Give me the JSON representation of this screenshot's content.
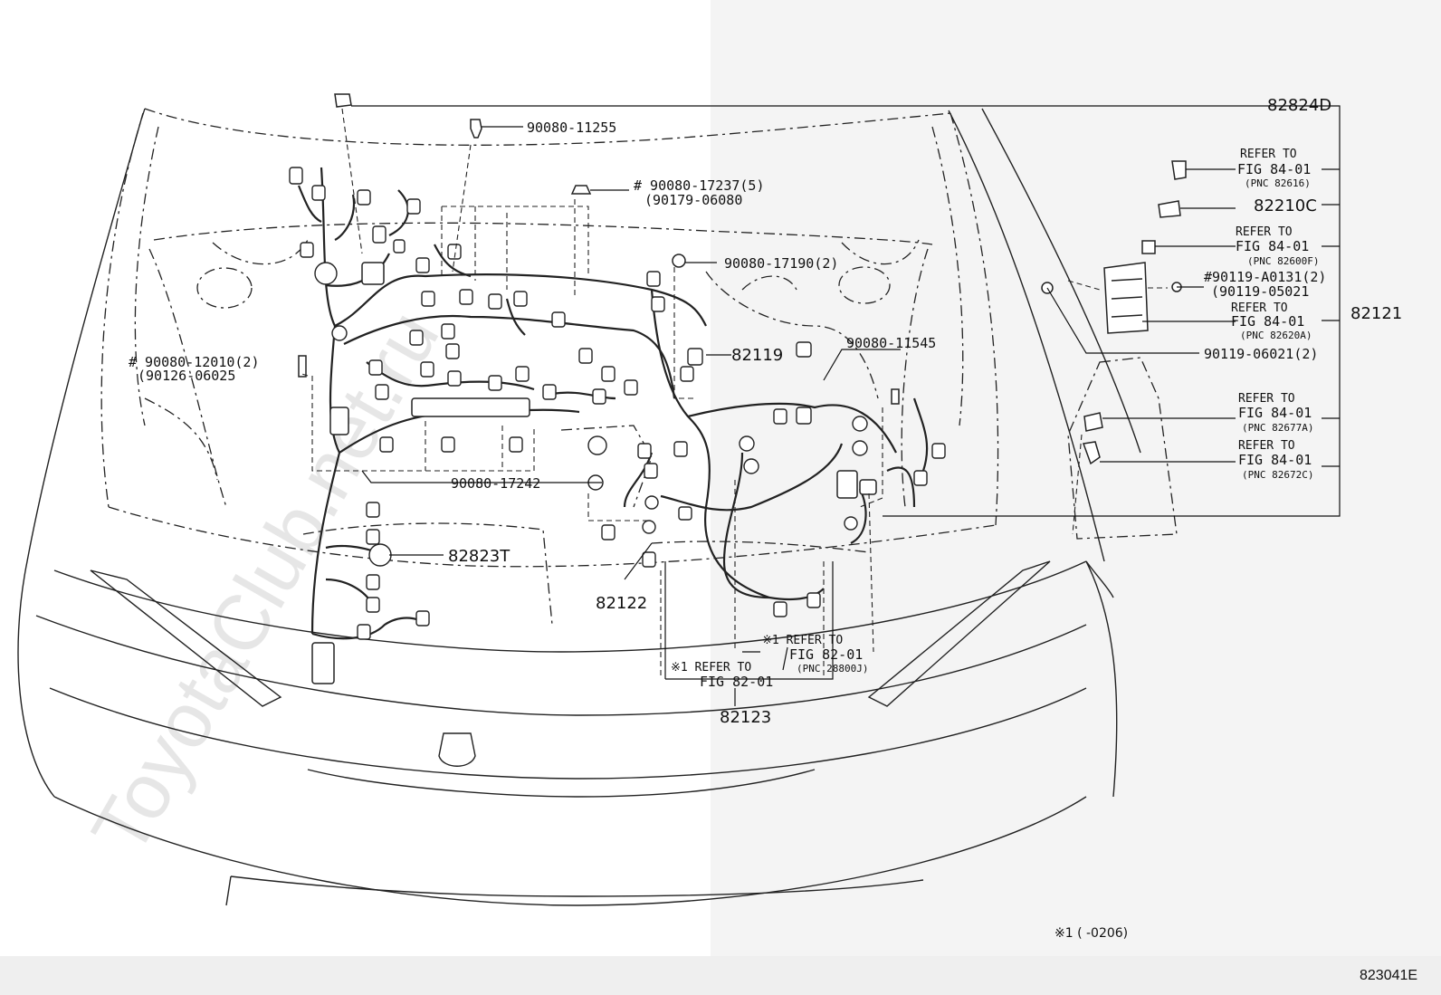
{
  "watermark": "ToyotaClub.net.ru",
  "labels": {
    "p82824D": "82824D",
    "p90080_11255": "90080-11255",
    "p90080_17237": "# 90080-17237(5)",
    "p90179_06080": "(90179-06080",
    "p90080_17190": "90080-17190(2)",
    "p82119": "82119",
    "p90080_11545": "90080-11545",
    "p90080_12010": "# 90080-12010(2)",
    "p90126_06025": "(90126-06025",
    "p90080_17242": "90080-17242",
    "p82823T": "82823T",
    "p82122": "82122",
    "p82123": "82123",
    "p82210C": "82210C",
    "p82121": "82121",
    "p90119_A0131": "#90119-A0131(2)",
    "p90119_05021": "(90119-05021",
    "p90119_06021": "90119-06021(2)"
  },
  "refers": {
    "r82616": {
      "line1": "REFER TO",
      "line2": "FIG 84-01",
      "line3": "(PNC 82616)"
    },
    "r82600F": {
      "line1": "REFER TO",
      "line2": "FIG 84-01",
      "line3": "(PNC 82600F)"
    },
    "r82620A": {
      "line1": "REFER TO",
      "line2": "FIG 84-01",
      "line3": "(PNC 82620A)"
    },
    "r82677A": {
      "line1": "REFER TO",
      "line2": "FIG 84-01",
      "line3": "(PNC 82677A)"
    },
    "r82672C": {
      "line1": "REFER TO",
      "line2": "FIG 84-01",
      "line3": "(PNC 82672C)"
    },
    "r28800J": {
      "line1": "※1 REFER TO",
      "line2": "FIG 82-01",
      "line3": "(PNC 28800J)"
    },
    "r82_01": {
      "line1": "※1 REFER TO",
      "line2": "FIG 82-01"
    }
  },
  "footnote": "※1 (        -0206)",
  "figure_id": "823041E"
}
